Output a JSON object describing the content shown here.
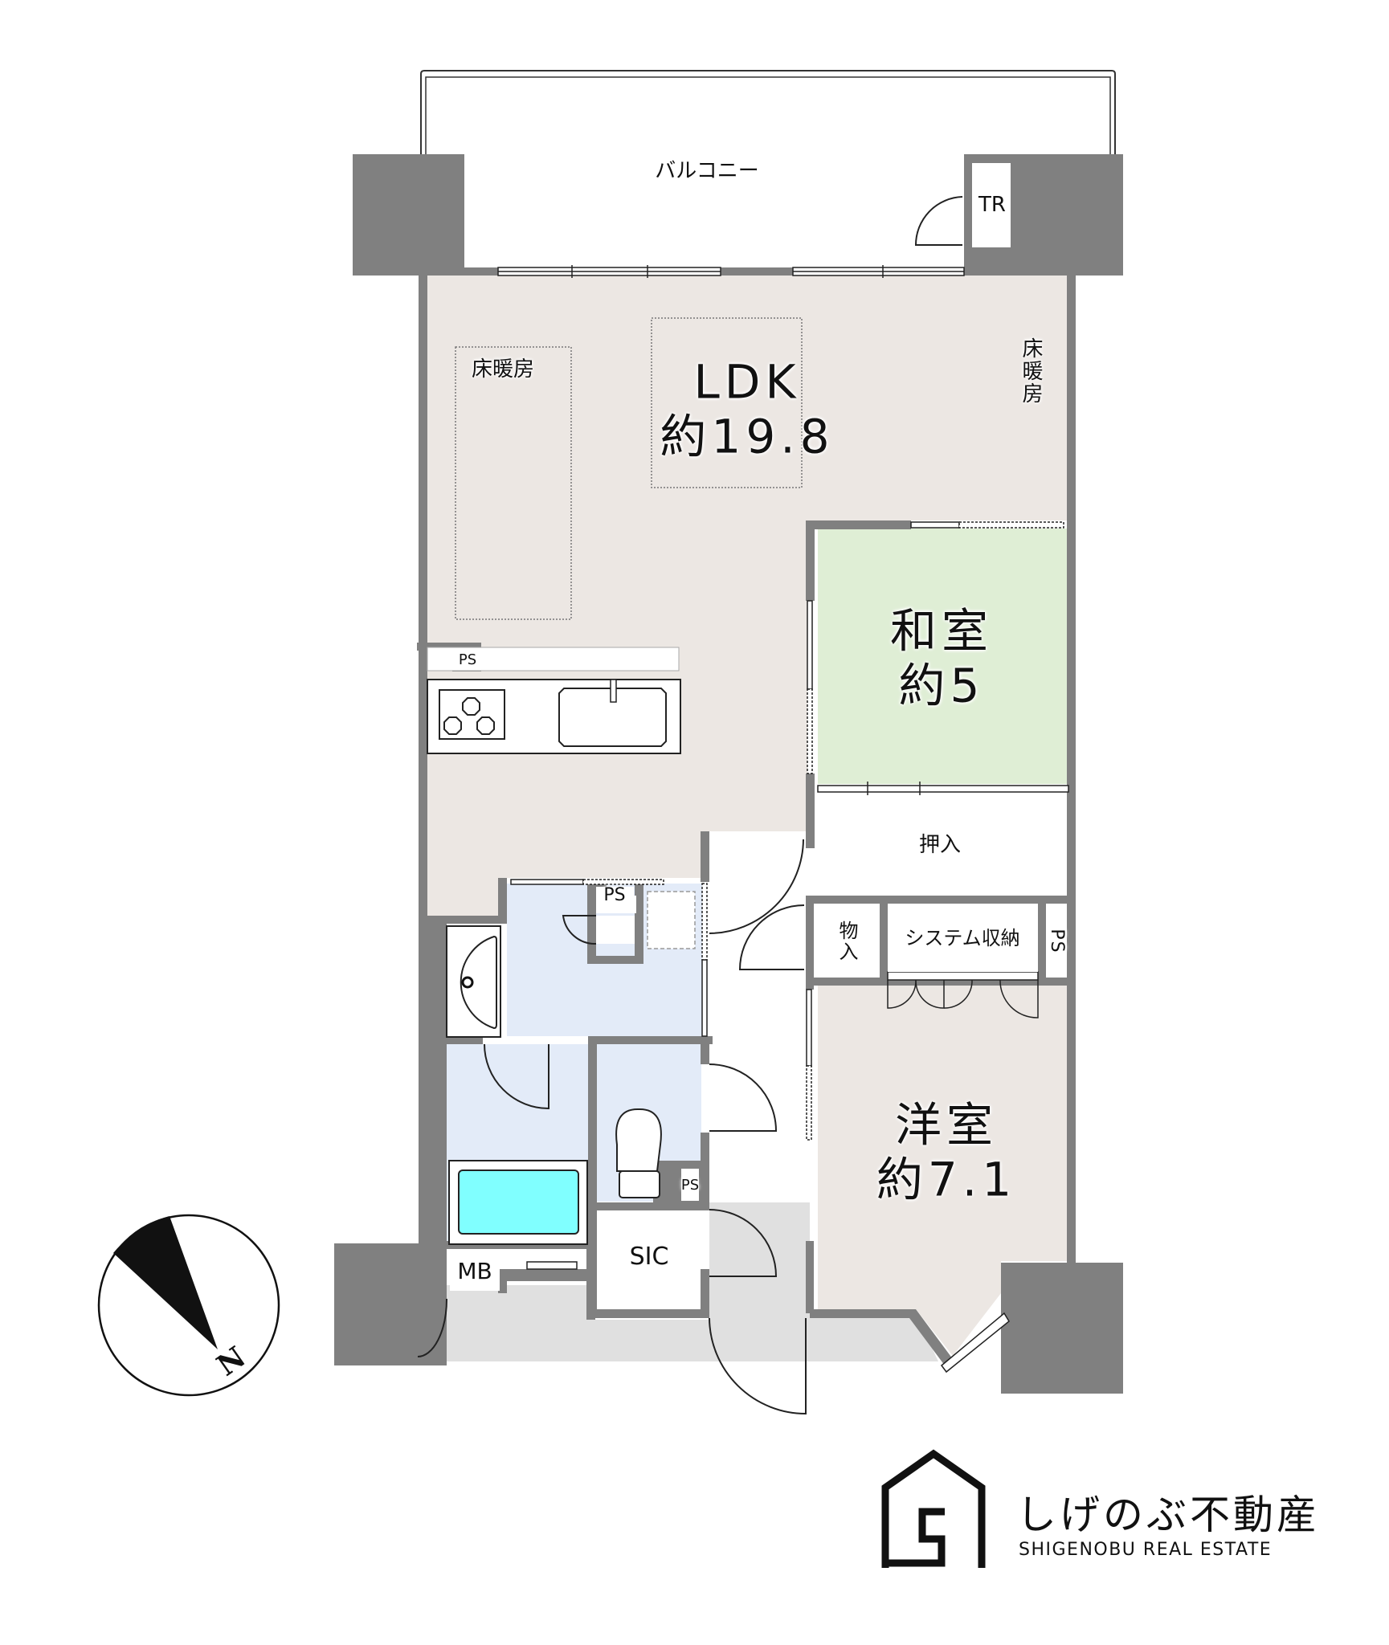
{
  "colors": {
    "wall": "#808080",
    "ldk_floor": "#ece7e3",
    "washitsu_floor": "#dfeed5",
    "wet_area_floor": "#e3ebf8",
    "bathtub_water": "#80ffff",
    "entrance_floor": "#e0e0e0"
  },
  "balcony": {
    "label": "バルコニー",
    "tr_label": "TR"
  },
  "rooms": {
    "ldk": {
      "name": "LDK",
      "size": "約19.8"
    },
    "washitsu": {
      "name": "和室",
      "size": "約5"
    },
    "youshitsu": {
      "name": "洋室",
      "size": "約7.1"
    }
  },
  "floor_heating": {
    "label_1": "床暖房",
    "label_2": "床暖房"
  },
  "storage": {
    "oshiire": "押入",
    "monoire": "物入",
    "system_storage": "システム収納",
    "sic": "SIC",
    "mb": "MB"
  },
  "pipe_spaces": {
    "ps_kitchen": "PS",
    "ps_washroom": "PS",
    "ps_toilet": "PS",
    "ps_storage": "PS"
  },
  "compass": {
    "direction_label": "N"
  },
  "logo": {
    "name_jp": "しげのぶ不動産",
    "name_en": "SHIGENOBU REAL ESTATE"
  }
}
